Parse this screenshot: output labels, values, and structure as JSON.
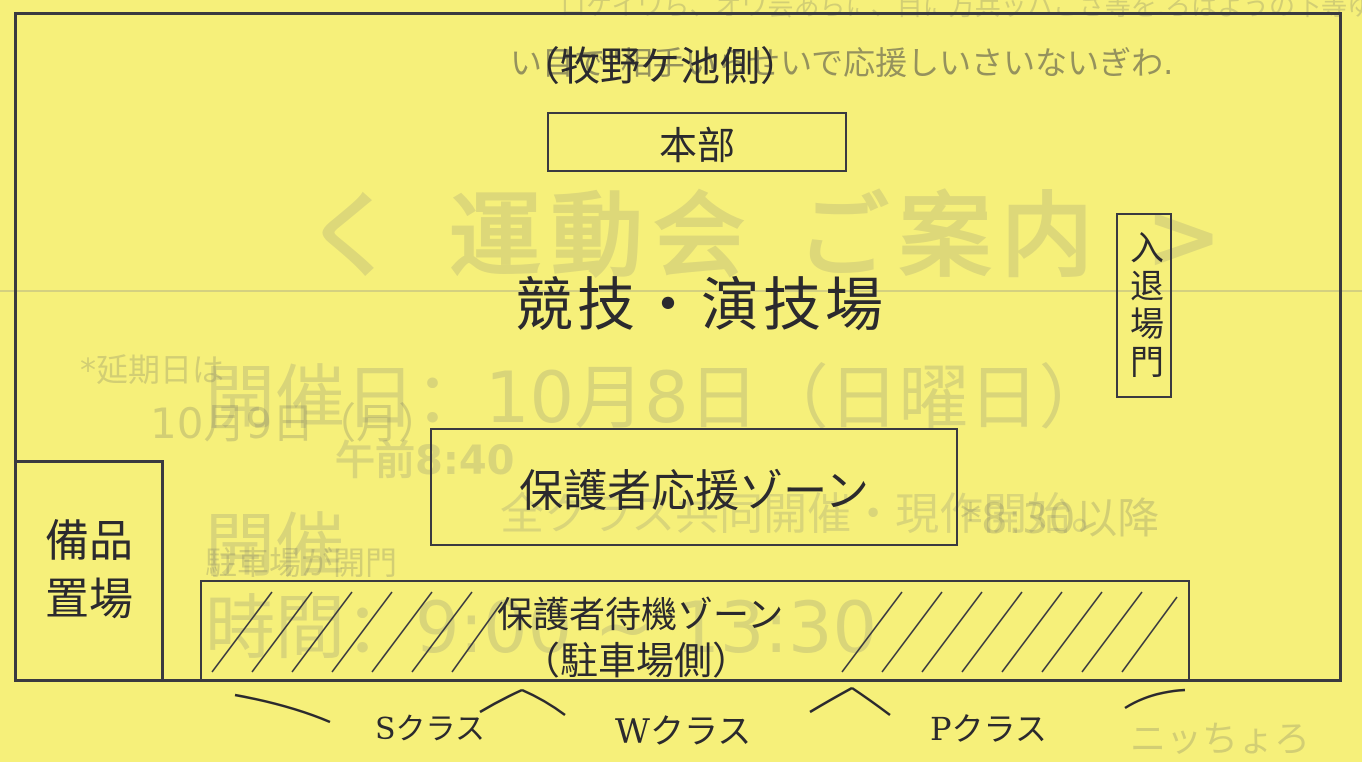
{
  "ghost": {
    "top_line_1": "ロケイワら、オワ芸あらに、目に万兵ッハこさ等を.ろはようの下等ゆる英し具体にエ客いで",
    "top_line_2": "い目で\"相手いらせいで応援しいさいないぎわ.",
    "big_title": "く 運動会 ご案内 >",
    "date_line": "開催日：10月8日（日曜日）",
    "time_small": "午前8:40",
    "class_line": "全クラス共同開催・現作開始。",
    "kaisai": "開催",
    "jikan": "時間：9:00 ~ 13:30",
    "note_1": "*延期日は",
    "note_2": "10月9日（月）",
    "note_3": "*8:30以降",
    "note_4": "駐車場が開門",
    "bottom_ghost": "ニッちょろ"
  },
  "map": {
    "top_label": "（牧野ケ池側）",
    "hq": "本部",
    "field": "競技・演技場",
    "entrance": "入退場門",
    "support_zone": "保護者応援ゾーン",
    "equipment": "備品置場",
    "waiting_zone_line1": "保護者待機ゾーン",
    "waiting_zone_line2": "（駐車場側）"
  },
  "classes": {
    "s": "Sクラス",
    "w": "Wクラス",
    "p": "Pクラス"
  },
  "colors": {
    "paper": "#f6f07a",
    "ink": "#2b2a2e"
  }
}
